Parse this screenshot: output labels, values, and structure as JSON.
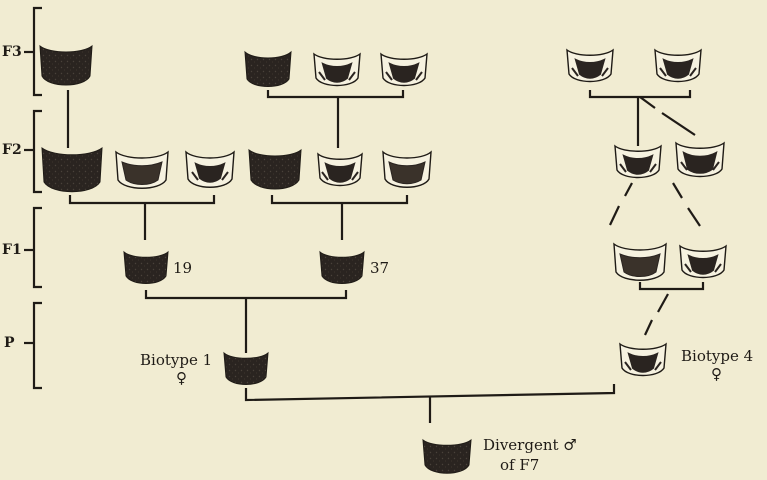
{
  "generations": [
    {
      "key": "f3",
      "label": "F3"
    },
    {
      "key": "f2",
      "label": "F2"
    },
    {
      "key": "f1",
      "label": "F1"
    },
    {
      "key": "p",
      "label": "P"
    }
  ],
  "labels": {
    "number_19": "19",
    "number_37": "37",
    "biotype1": "Biotype 1",
    "biotype1_sex": "♀",
    "biotype4": "Biotype 4",
    "biotype4_sex": "♀",
    "divergent_line1": "Divergent ♂",
    "divergent_line2": "of F7"
  },
  "colors": {
    "background": "#f1ecd2",
    "ink": "#1f1b16"
  },
  "specimen_types": [
    "dark",
    "patterned"
  ]
}
